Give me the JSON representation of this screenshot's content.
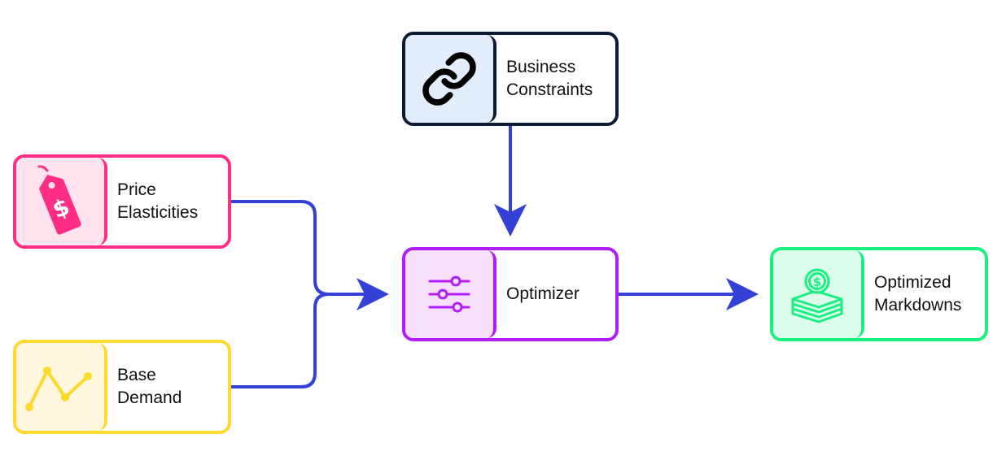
{
  "colors": {
    "connector": "#3341d6",
    "constraints": "#0d1a33",
    "elasticities": "#ff2d84",
    "demand": "#ffd92e",
    "optimizer": "#b21cf5",
    "markdowns": "#19f07f"
  },
  "nodes": {
    "constraints": {
      "label": "Business\nConstraints",
      "icon": "chain-link-icon"
    },
    "elasticities": {
      "label": "Price\nElasticities",
      "icon": "price-tag-icon"
    },
    "demand": {
      "label": "Base\nDemand",
      "icon": "line-graph-icon"
    },
    "optimizer": {
      "label": "Optimizer",
      "icon": "sliders-icon"
    },
    "markdowns": {
      "label": "Optimized\nMarkdowns",
      "icon": "money-stack-icon"
    }
  }
}
